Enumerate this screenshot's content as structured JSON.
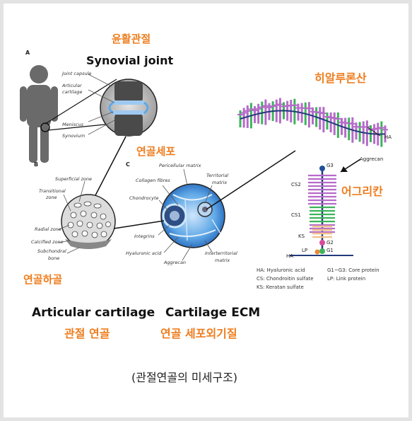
{
  "title_ko": "윤활관절",
  "title_en": "Synovial joint",
  "panels": {
    "a": "A",
    "b": "B",
    "c": "C"
  },
  "panel_a_labels": [
    "Joint capsule",
    "Articular",
    "cartilage",
    "Meniscus",
    "Synovium"
  ],
  "panel_b_labels": [
    "Superficial zone",
    "Transitional",
    "zone",
    "Radial zone",
    "Calcified zone",
    "Subchondral",
    "bone"
  ],
  "panel_c_labels": [
    "Pericellular matrix",
    "Collagen fibres",
    "Territorial",
    "matrix",
    "Chondrocyte",
    "Integrins",
    "Hyaluronic acid",
    "Aggrecan",
    "Interterritorial",
    "matrix"
  ],
  "orange_labels": {
    "chondrocyte": "연골세포",
    "hyaluronic": "히알루론산",
    "aggrecan": "어그리칸",
    "hyaline_cartilage": "연골하골"
  },
  "molecule_labels": [
    "HA",
    "Aggrecan",
    "G3",
    "CS2",
    "CS1",
    "KS",
    "G2",
    "LP",
    "G1",
    "HA"
  ],
  "legend": [
    "HA: Hyaluronic acid",
    "G1~G3: Core protein",
    "CS: Chondroitin sulfate",
    "LP: Link protein",
    "KS: Keratan sulfate"
  ],
  "bottom": {
    "left_en": "Articular cartilage",
    "left_ko": "관절 연골",
    "right_en": "Cartilage ECM",
    "right_ko": "연골 세포외기질"
  },
  "caption": "(관절연골의 미세구조)",
  "colors": {
    "orange": "#ee7d1e",
    "purple": "#b66bc9",
    "green": "#3cb45a",
    "navy": "#213a7a",
    "blue": "#4a90d9"
  }
}
